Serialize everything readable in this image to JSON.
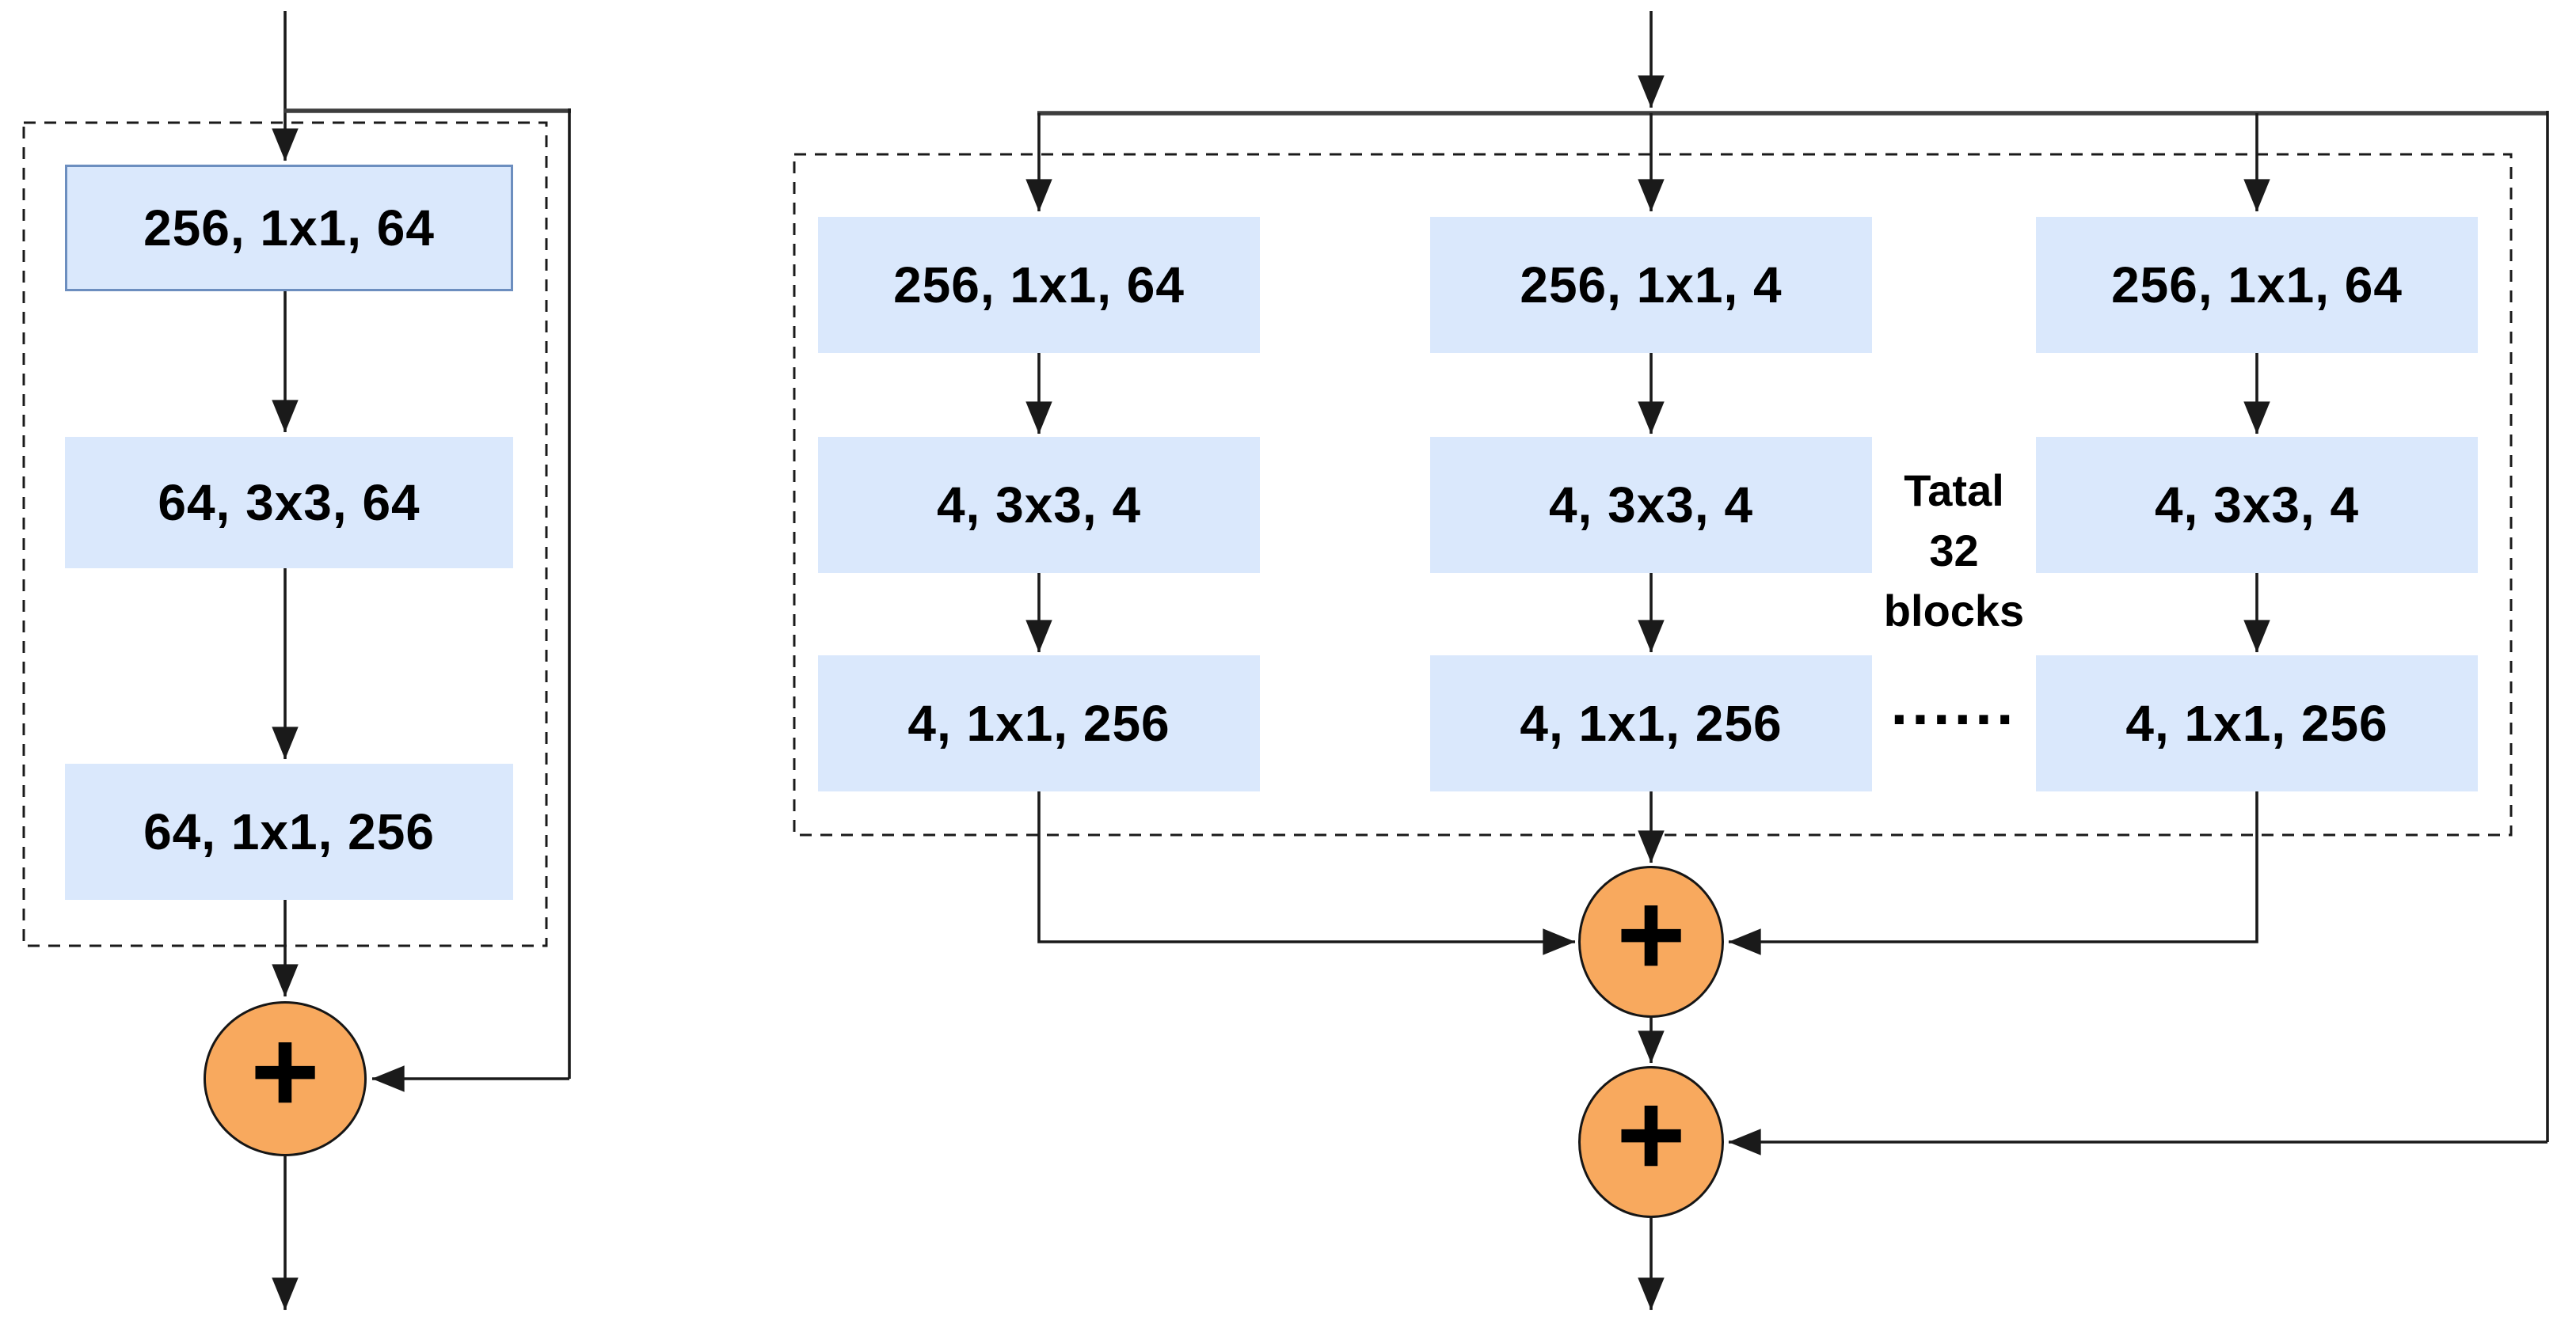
{
  "left_block": {
    "layers": [
      "256, 1x1, 64",
      "64, 3x3, 64",
      "64, 1x1, 256"
    ],
    "sum_symbol": "+"
  },
  "right_block": {
    "columns": [
      {
        "layers": [
          "256, 1x1, 64",
          "4, 3x3, 4",
          "4, 1x1, 256"
        ]
      },
      {
        "layers": [
          "256, 1x1, 4",
          "4, 3x3, 4",
          "4, 1x1, 256"
        ]
      },
      {
        "layers": [
          "256, 1x1, 64",
          "4, 3x3, 4",
          "4, 1x1, 256"
        ]
      }
    ],
    "annotation": [
      "Tatal",
      "32",
      "blocks"
    ],
    "ellipsis": "......",
    "sum_symbols": [
      "+",
      "+"
    ]
  },
  "colors": {
    "box_fill": "#dae8fc",
    "box_border": "#6c8ebf",
    "sum_fill": "#f8a95e",
    "line": "#1a1a1a",
    "thick_line": "#3d3d3d",
    "text": "#000000"
  }
}
